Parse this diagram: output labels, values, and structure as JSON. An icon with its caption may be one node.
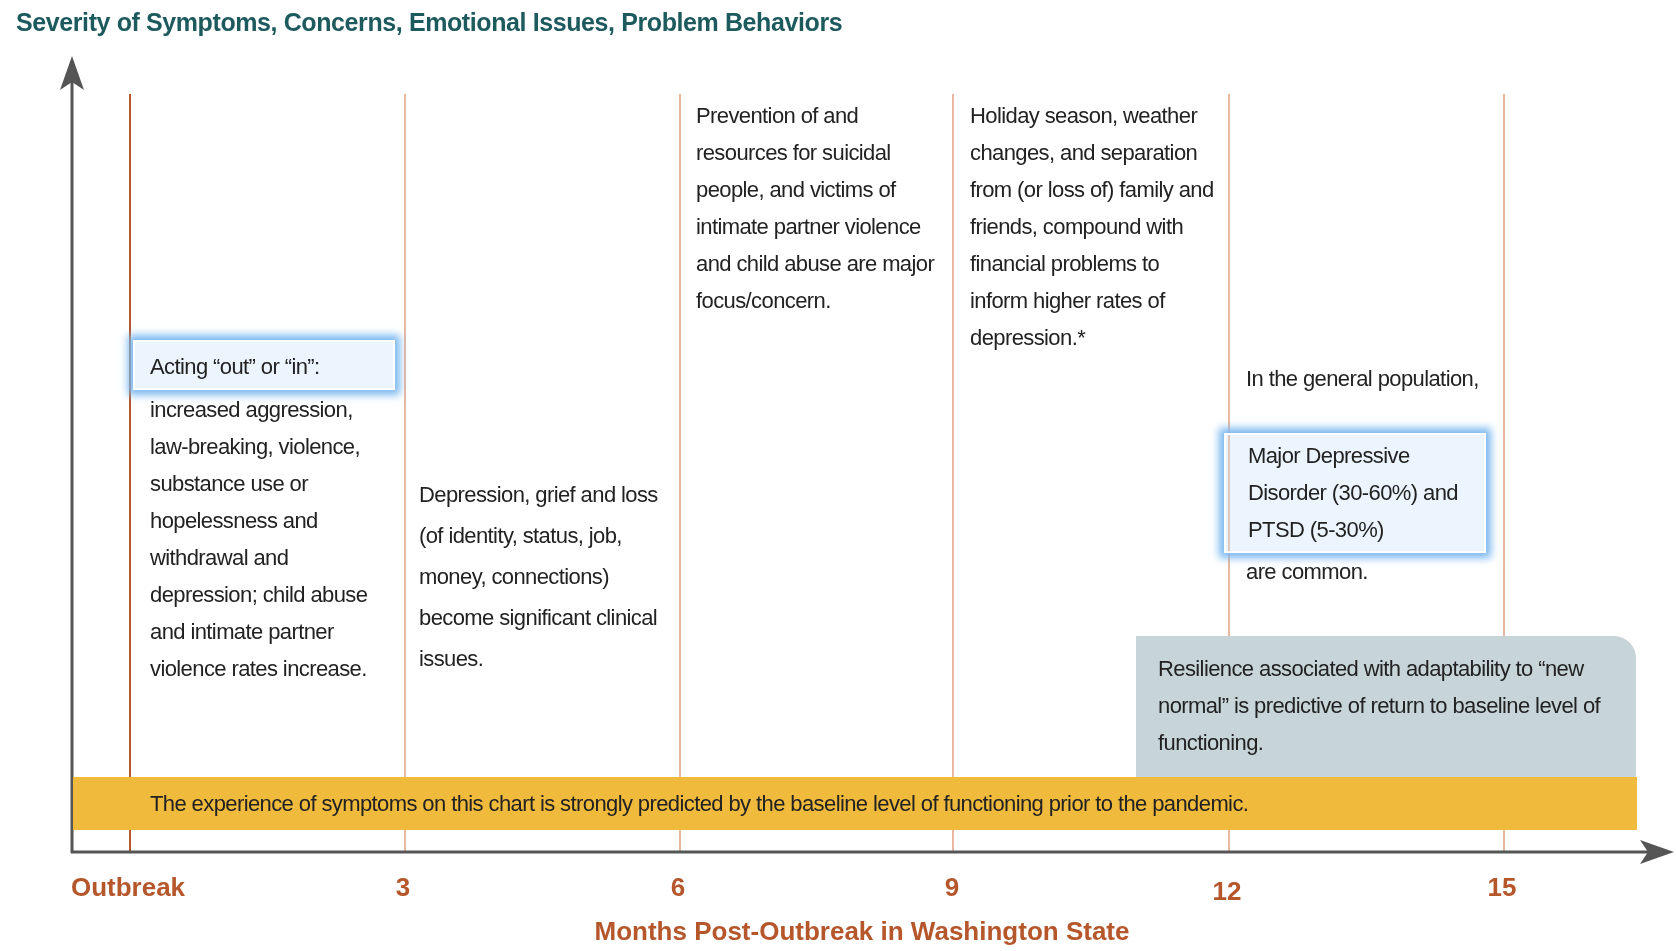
{
  "diagram": {
    "nodes": [
      {
        "text": [
          "Acting “out” or “in”:"
        ]
      },
      {
        "text": [
          "Major Depressive Disorder (30-60%) and PTSD (5-30%)"
        ]
      },
      {
        "text": [
          "Resilience associated with adaptability to “new normal” is predictive of return to baseline level of functioning."
        ]
      },
      {
        "text": [
          "The experience of symptoms on this chart is strongly predicted by the baseline level of functioning prior to the pandemic."
        ]
      }
    ],
    "edges": [],
    "labels": [
      "Severity of Symptoms, Concerns, Emotional Issues, Problem Behaviors",
      "increased aggression, law-breaking, violence, substance use or hopelessness and withdrawal and depression; child abuse and intimate partner violence rates increase.",
      "Depression, grief and loss (of identity, status, job, money, connections) become significant clinical issues.",
      "Prevention of and resources for suicidal people, and victims of intimate partner violence and child abuse are major focus/concern.",
      "Holiday season, weather changes, and separation from (or loss of) family and friends, compound with financial problems to inform higher rates of depression.*",
      "In the general population,",
      "are common.",
      "Outbreak",
      "3",
      "6",
      "9",
      "12",
      "15",
      "Months Post-Outbreak in Washington State"
    ]
  }
}
